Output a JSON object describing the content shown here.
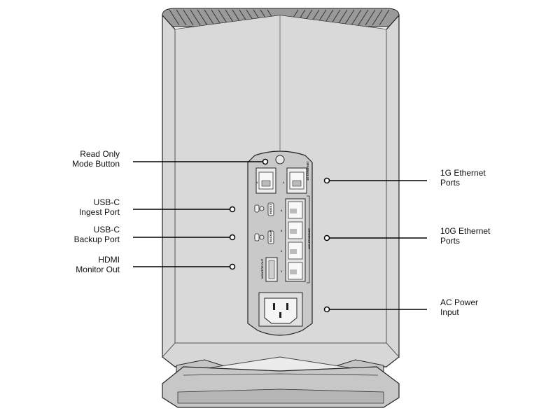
{
  "callouts": {
    "read_only": {
      "line1": "Read Only",
      "line2": "Mode Button"
    },
    "usb_ingest": {
      "line1": "USB-C",
      "line2": "Ingest Port"
    },
    "usb_backup": {
      "line1": "USB-C",
      "line2": "Backup Port"
    },
    "hdmi": {
      "line1": "HDMI",
      "line2": "Monitor Out"
    },
    "eth_1g": {
      "line1": "1G Ethernet",
      "line2": "Ports"
    },
    "eth_10g": {
      "line1": "10G Ethernet",
      "line2": "Ports"
    },
    "ac_power": {
      "line1": "AC Power",
      "line2": "Input"
    }
  },
  "panel_text": {
    "ingest": "INGEST",
    "backup": "BACKUP",
    "monitor_out": "MONITOR OUT",
    "one_g": "1G ETHERNET",
    "ten_g": "10G ETHERNET",
    "port_1": "1",
    "port_2": "2",
    "port_3": "3",
    "port_4": "4"
  }
}
